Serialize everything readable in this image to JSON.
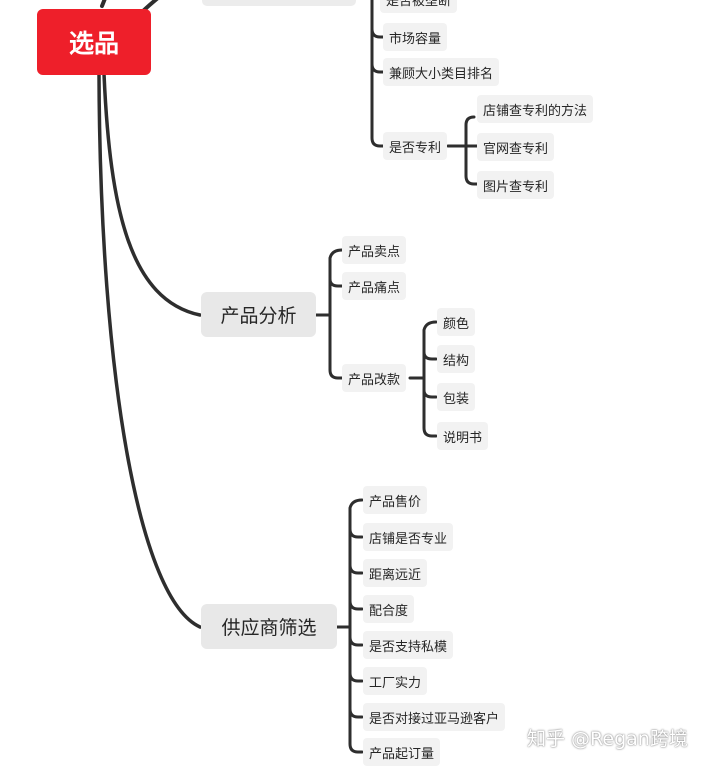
{
  "root": {
    "label": "选品",
    "color": "#ee1f2a"
  },
  "branch_top": {
    "children": [
      {
        "label": "是否被垄断"
      },
      {
        "label": "市场容量"
      },
      {
        "label": "兼顾大小类目排名"
      },
      {
        "label": "是否专利",
        "children": [
          {
            "label": "店铺查专利的方法"
          },
          {
            "label": "官网查专利"
          },
          {
            "label": "图片查专利"
          }
        ]
      }
    ]
  },
  "branch_analysis": {
    "label": "产品分析",
    "children": [
      {
        "label": "产品卖点"
      },
      {
        "label": "产品痛点"
      },
      {
        "label": "产品改款",
        "children": [
          {
            "label": "颜色"
          },
          {
            "label": "结构"
          },
          {
            "label": "包装"
          },
          {
            "label": "说明书"
          }
        ]
      }
    ]
  },
  "branch_supplier": {
    "label": "供应商筛选",
    "children": [
      {
        "label": "产品售价"
      },
      {
        "label": "店铺是否专业"
      },
      {
        "label": "距离远近"
      },
      {
        "label": "配合度"
      },
      {
        "label": "是否支持私模"
      },
      {
        "label": "工厂实力"
      },
      {
        "label": "是否对接过亚马逊客户"
      },
      {
        "label": "产品起订量"
      }
    ]
  },
  "watermark": "知乎 @Regan跨境"
}
